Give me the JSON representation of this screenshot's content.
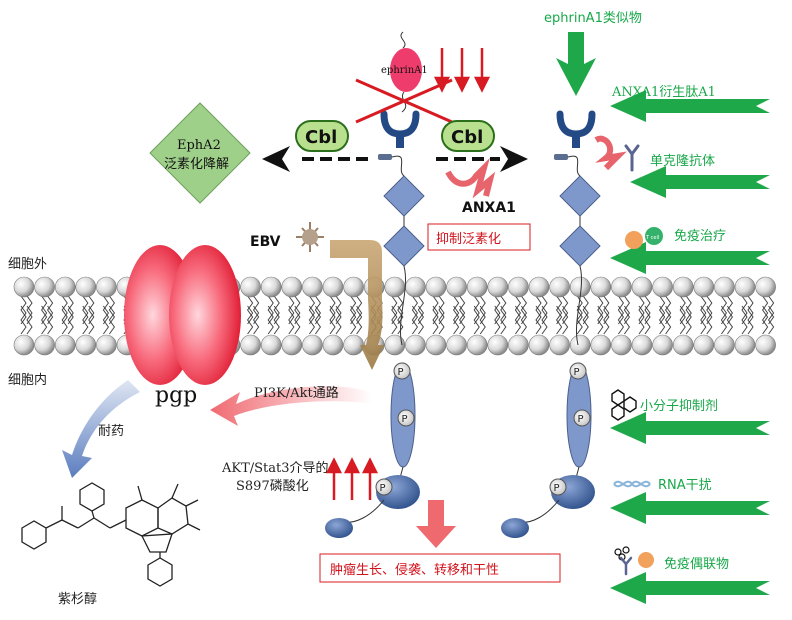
{
  "labels": {
    "ephrina1_mimetic": "ephrinA1类似物",
    "anxa1_peptide": "ANXA1衍生肽A1",
    "monoclonal_antibody": "单克隆抗体",
    "immunotherapy": "免疫治疗",
    "small_molecule_inhibitor": "小分子抑制剂",
    "rna_interference": "RNA干扰",
    "immunoconjugate": "免疫偶联物",
    "ephrina1": "ephrinA1",
    "cbl_left": "Cbl",
    "cbl_right": "Cbl",
    "epha2_degradation_l1": "EphA2",
    "epha2_degradation_l2": "泛素化降解",
    "anxa1": "ANXA1",
    "inhibit_ubiquitination": "抑制泛素化",
    "ebv": "EBV",
    "extracellular": "细胞外",
    "intracellular": "细胞内",
    "pgp": "pgp",
    "pi3k_akt": "PI3K/Akt通路",
    "drug_resistance": "耐药",
    "paclitaxel": "紫杉醇",
    "akt_stat3_l1": "AKT/Stat3介导的",
    "akt_stat3_l2": "S897磷酸化",
    "outcome": "肿瘤生长、侵袭、转移和干性",
    "phospho": "P",
    "tcell": "T cell"
  },
  "colors": {
    "green": "#1fa84a",
    "red": "#d81b22",
    "blue_receptor": "#7f98cc",
    "navy": "#244a86",
    "pink": "#ee3c64",
    "diamond_green": "#9fd08a"
  }
}
